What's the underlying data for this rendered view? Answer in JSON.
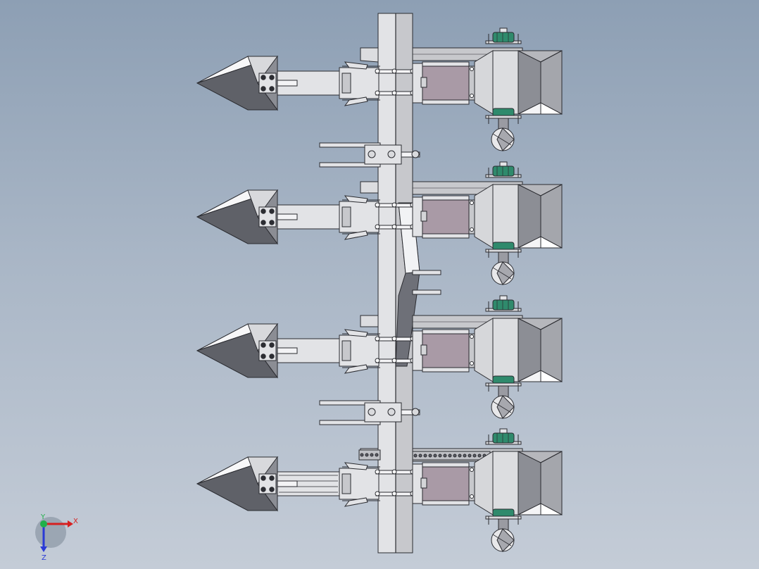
{
  "viewport": {
    "background_top": "#8d9fb4",
    "background_bottom": "#c4ccd7"
  },
  "model": {
    "row_units": 4,
    "components": [
      "frame-beam",
      "furrow-opener",
      "opener-arm",
      "seed-box",
      "seed-metering-motor",
      "covering-disc",
      "frame-bracket",
      "drive-chain"
    ]
  },
  "colors": {
    "steel_light": "#e2e3e6",
    "steel_mid": "#c7c8cc",
    "steel_dark": "#6e7078",
    "edge": "#2a2b30",
    "bracket_purple": "#a99aa6",
    "motor_green": "#2f8a6c"
  },
  "triad": {
    "x_label": "X",
    "y_label": "Y",
    "z_label": "Z",
    "x_color": "#d62020",
    "y_color": "#21b04a",
    "z_color": "#2a3ad6"
  }
}
